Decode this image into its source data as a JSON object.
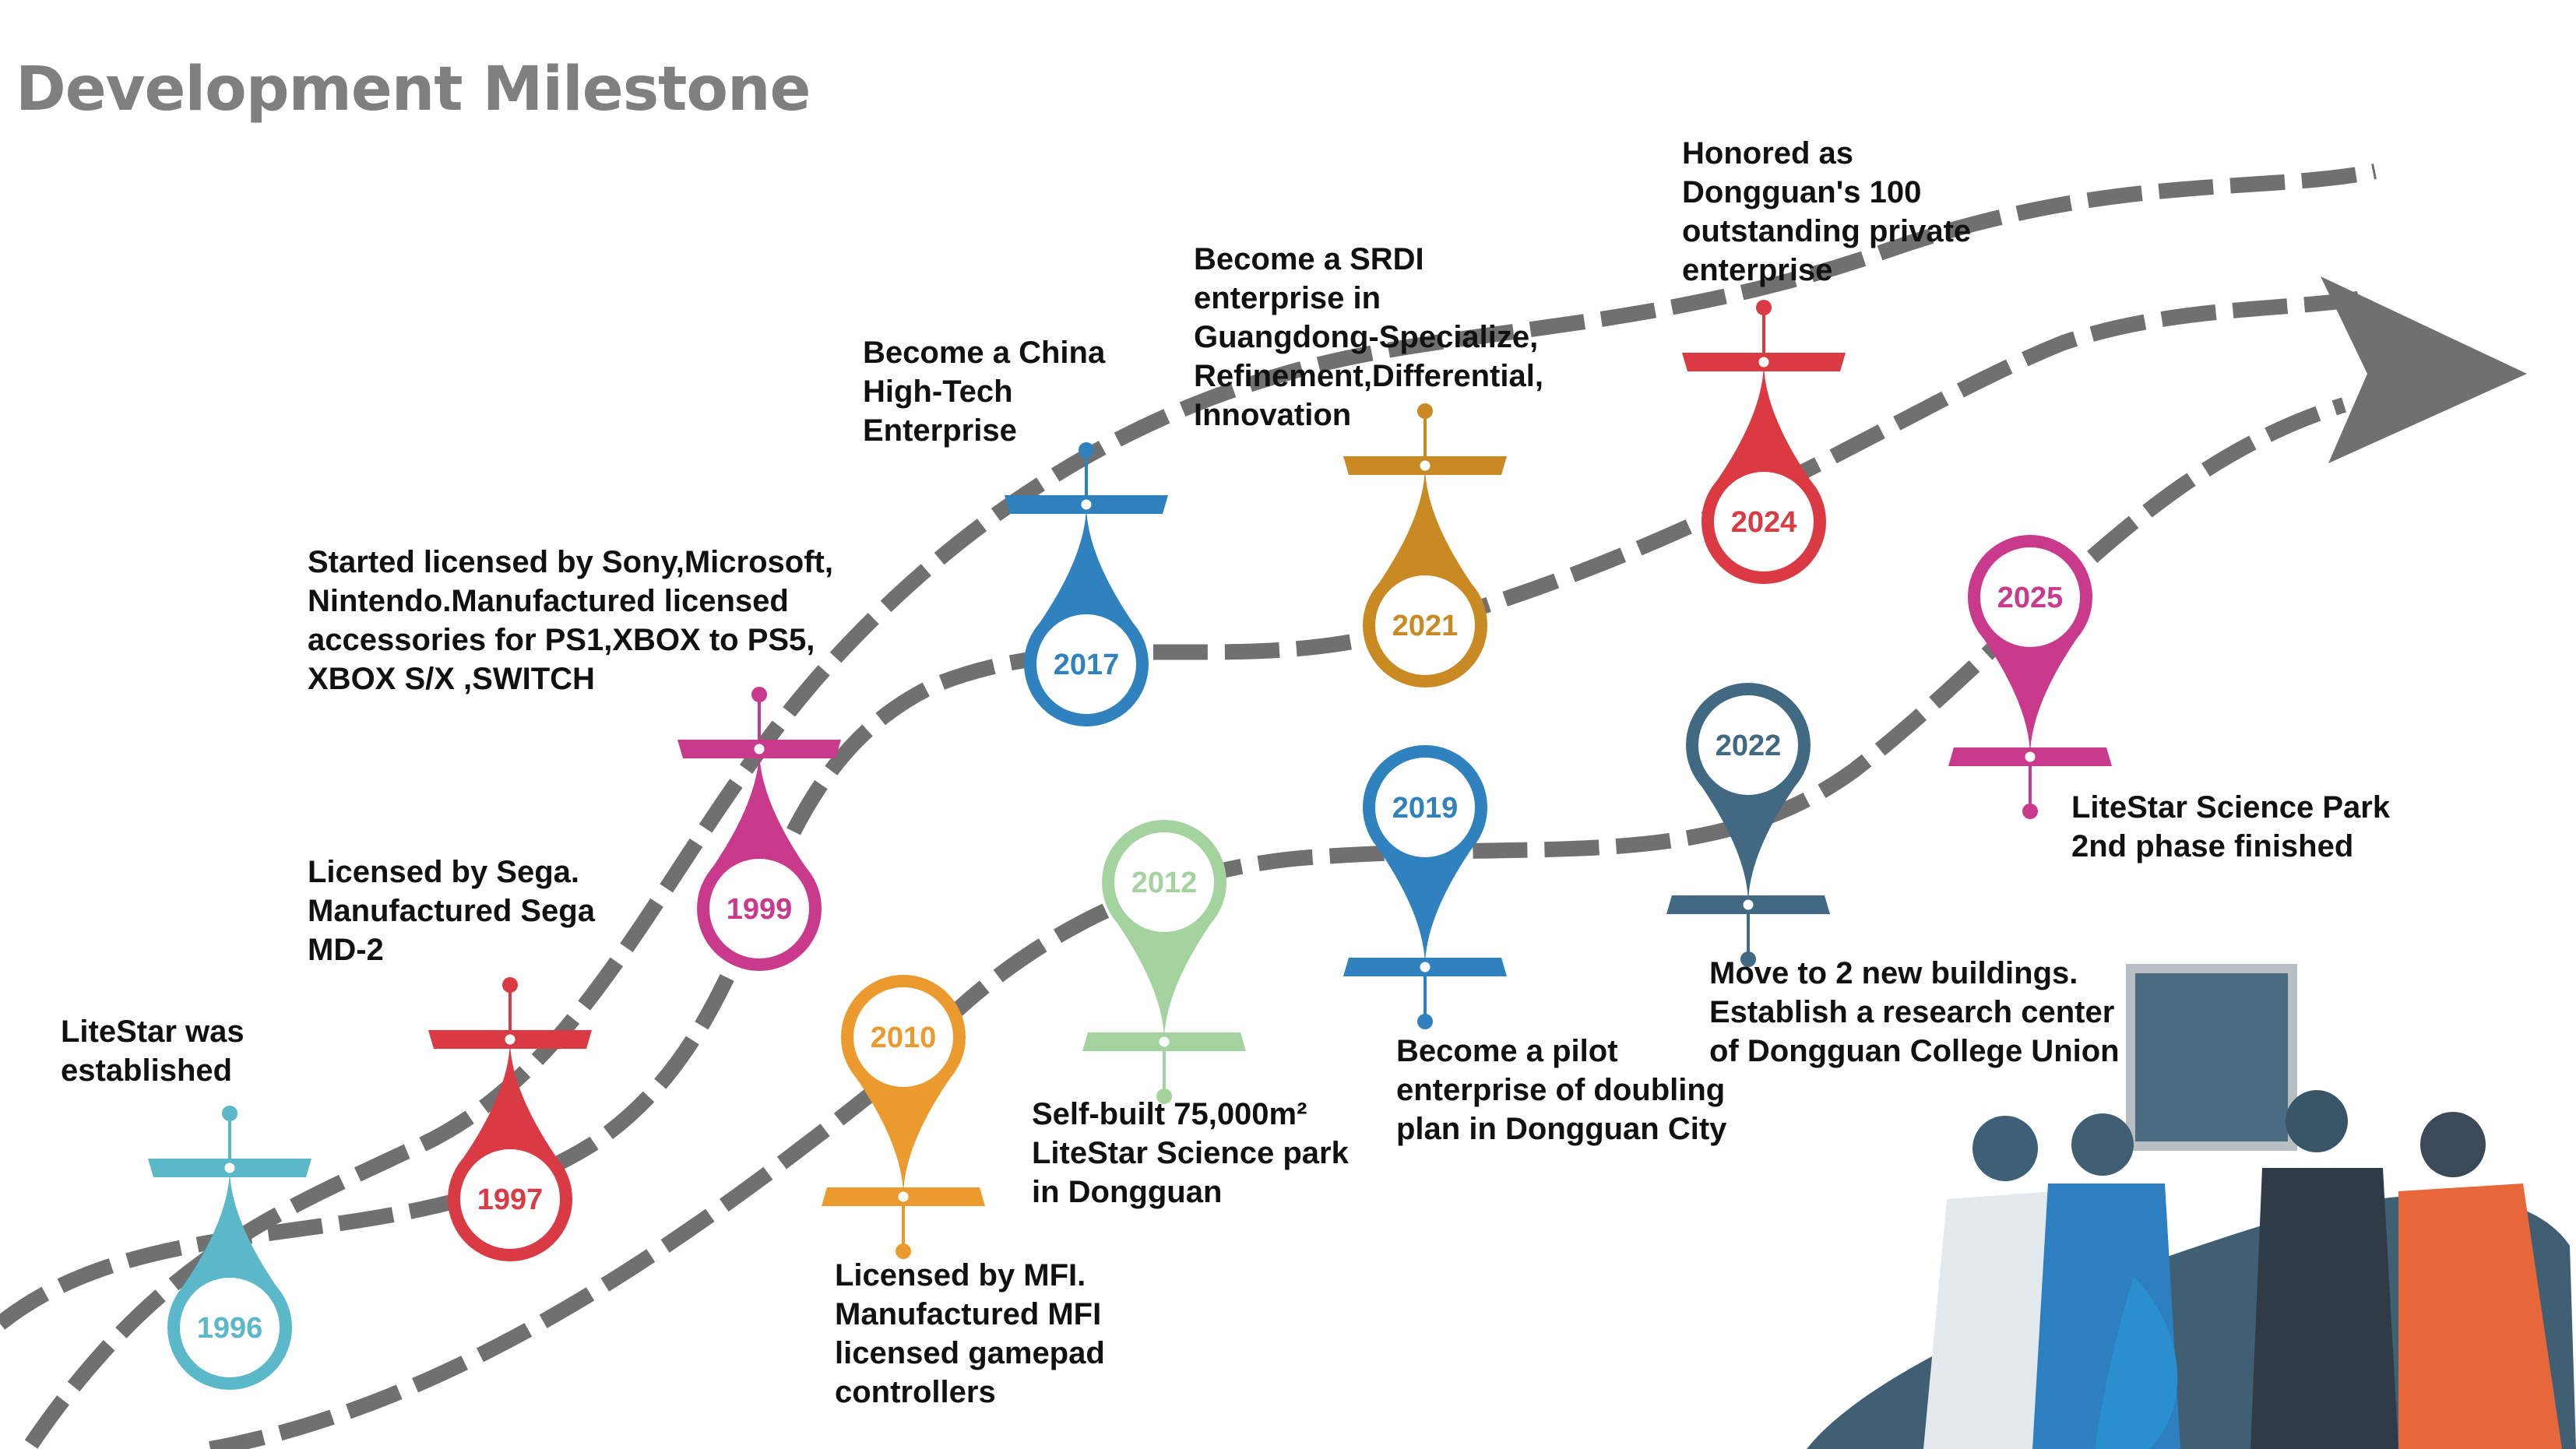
{
  "title": "Development Milestone",
  "milestones": [
    {
      "year": "1996",
      "color": "#5bb8c8",
      "text": "LiteStar was\nestablished"
    },
    {
      "year": "1997",
      "color": "#d93a44",
      "text": "Licensed by Sega.\nManufactured Sega\nMD-2"
    },
    {
      "year": "1999",
      "color": "#c93a8c",
      "text": "Started licensed by Sony,Microsoft,\nNintendo.Manufactured licensed\naccessories for PS1,XBOX to PS5,\nXBOX S/X ,SWITCH"
    },
    {
      "year": "2010",
      "color": "#eb9a2e",
      "text": "Licensed by MFI.\nManufactured MFI\nlicensed gamepad\ncontrollers"
    },
    {
      "year": "2012",
      "color": "#a4d3a0",
      "text": "Self-built 75,000m²\nLiteStar Science park\nin Dongguan"
    },
    {
      "year": "2017",
      "color": "#2f82bd",
      "text": "Become a China\nHigh-Tech\nEnterprise"
    },
    {
      "year": "2019",
      "color": "#2f82bd",
      "text": "Become a pilot\nenterprise of doubling\nplan in Dongguan City"
    },
    {
      "year": "2021",
      "color": "#c98a24",
      "text": "Become a SRDI\nenterprise in\nGuangdong-Specialize,\nRefinement,Differential,\nInnovation"
    },
    {
      "year": "2022",
      "color": "#416981",
      "text": "Move to 2 new buildings.\nEstablish a research center\nof Dongguan College Union"
    },
    {
      "year": "2024",
      "color": "#db3a42",
      "text": "Honored as\nDongguan's 100\noutstanding private\nenterprise"
    },
    {
      "year": "2025",
      "color": "#c93a8c",
      "text": "LiteStar Science Park\n2nd phase finished"
    }
  ]
}
